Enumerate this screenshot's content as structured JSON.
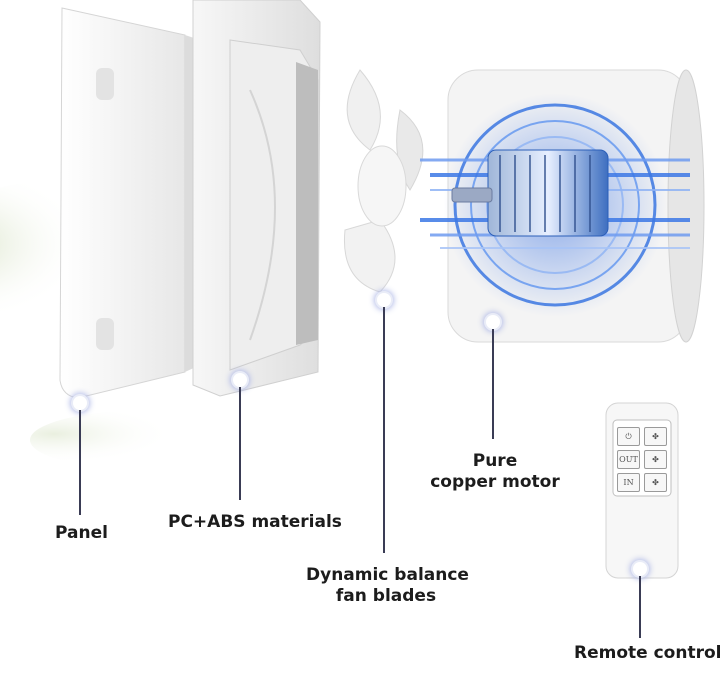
{
  "labels": {
    "panel": "Panel",
    "materials": "PC+ABS materials",
    "blades_line1": "Dynamic balance",
    "blades_line2": "fan blades",
    "motor_line1": "Pure",
    "motor_line2": "copper motor",
    "remote": "Remote control"
  },
  "remote_buttons": {
    "power": "⏻",
    "out": "OUT",
    "in": "IN",
    "fan": "✤"
  },
  "colors": {
    "text": "#1c1c1c",
    "leader": "#3a3c55",
    "motor_glow": "#2f6fe0",
    "housing": "#f4f4f4"
  }
}
